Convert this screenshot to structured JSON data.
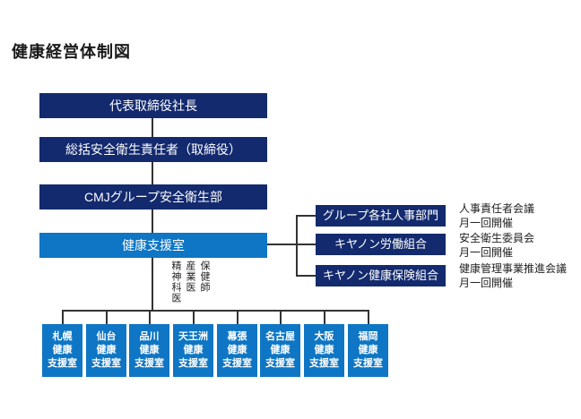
{
  "title": "健康経営体制図",
  "colors": {
    "navy": "#132a6e",
    "blue": "#0e76c4",
    "line": "#333333"
  },
  "org": {
    "levels": [
      {
        "label": "代表取締役社長"
      },
      {
        "label": "総括安全衛生責任者（取締役）"
      },
      {
        "label": "CMJグループ安全衛生部"
      },
      {
        "label": "健康支援室"
      }
    ]
  },
  "staff_roles": [
    "保健師",
    "産業医",
    "精神科医"
  ],
  "related_bodies": [
    {
      "label": "グループ各社人事部門",
      "meeting": "人事責任者会議\n月一回開催"
    },
    {
      "label": "キヤノン労働組合",
      "meeting": "安全衛生委員会\n月一回開催"
    },
    {
      "label": "キヤノン健康保険組合",
      "meeting": "健康管理事業推進会議\n月一回開催"
    }
  ],
  "regional_offices": [
    {
      "label": "札幌\n健康\n支援室"
    },
    {
      "label": "仙台\n健康\n支援室"
    },
    {
      "label": "品川\n健康\n支援室"
    },
    {
      "label": "天王洲\n健康\n支援室"
    },
    {
      "label": "幕張\n健康\n支援室"
    },
    {
      "label": "名古屋\n健康\n支援室"
    },
    {
      "label": "大阪\n健康\n支援室"
    },
    {
      "label": "福岡\n健康\n支援室"
    }
  ]
}
